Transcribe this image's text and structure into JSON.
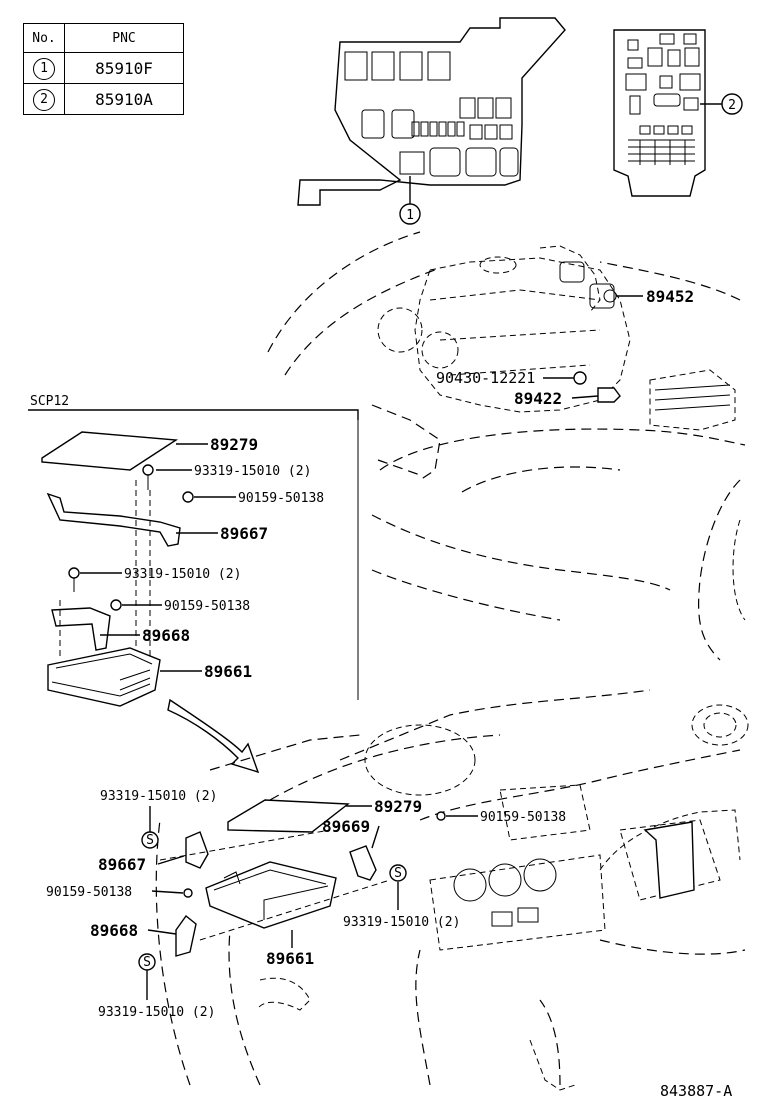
{
  "table": {
    "header_no": "No.",
    "header_pnc": "PNC",
    "rows": [
      {
        "no": "1",
        "pnc": "85910F"
      },
      {
        "no": "2",
        "pnc": "85910A"
      }
    ]
  },
  "callouts": {
    "c1": "1",
    "c2": "2"
  },
  "labels": {
    "p89452": "89452",
    "p90430": "90430-12221",
    "p89422": "89422",
    "scp12": "SCP12",
    "p89279a": "89279",
    "p93319a": "93319-15010 (2)",
    "p90159a": "90159-50138",
    "p89667a": "89667",
    "p93319b": "93319-15010 (2)",
    "p90159b": "90159-50138",
    "p89668a": "89668",
    "p89661a": "89661",
    "p93319c": "93319-15010 (2)",
    "p89279b": "89279",
    "p90159c": "90159-50138",
    "p89669": "89669",
    "p89667b": "89667",
    "p90159d": "90159-50138",
    "p93319d": "93319-15010 (2)",
    "p89668b": "89668",
    "p89661b": "89661",
    "p93319e": "93319-15010 (2)",
    "figure_code": "843887-A"
  }
}
